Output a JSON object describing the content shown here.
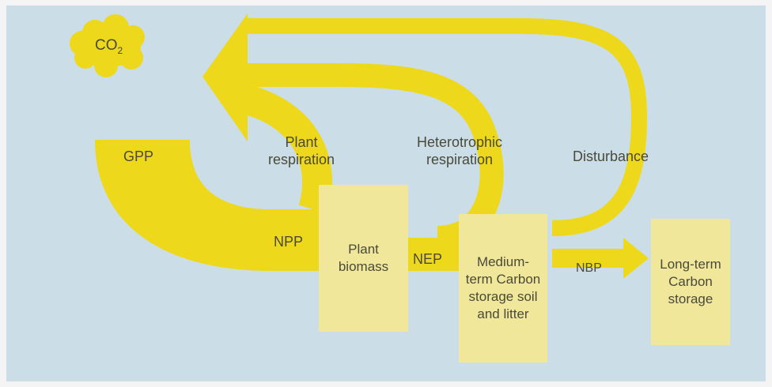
{
  "diagram": {
    "co2": {
      "base": "CO",
      "sub": "2"
    },
    "flows": {
      "gpp": "GPP",
      "plant_respiration": "Plant respiration",
      "heterotrophic_respiration": "Heterotrophic respiration",
      "disturbance": "Disturbance",
      "npp": "NPP",
      "nep": "NEP",
      "nbp": "NBP"
    },
    "boxes": {
      "plant_biomass": "Plant biomass",
      "medium_term": "Medium-term Carbon storage soil and litter",
      "long_term": "Long-term Carbon storage"
    },
    "colors": {
      "background": "#cbdde6",
      "flow": "#eed81c",
      "box": "#f0e79a",
      "text": "#4a4a3a"
    }
  }
}
